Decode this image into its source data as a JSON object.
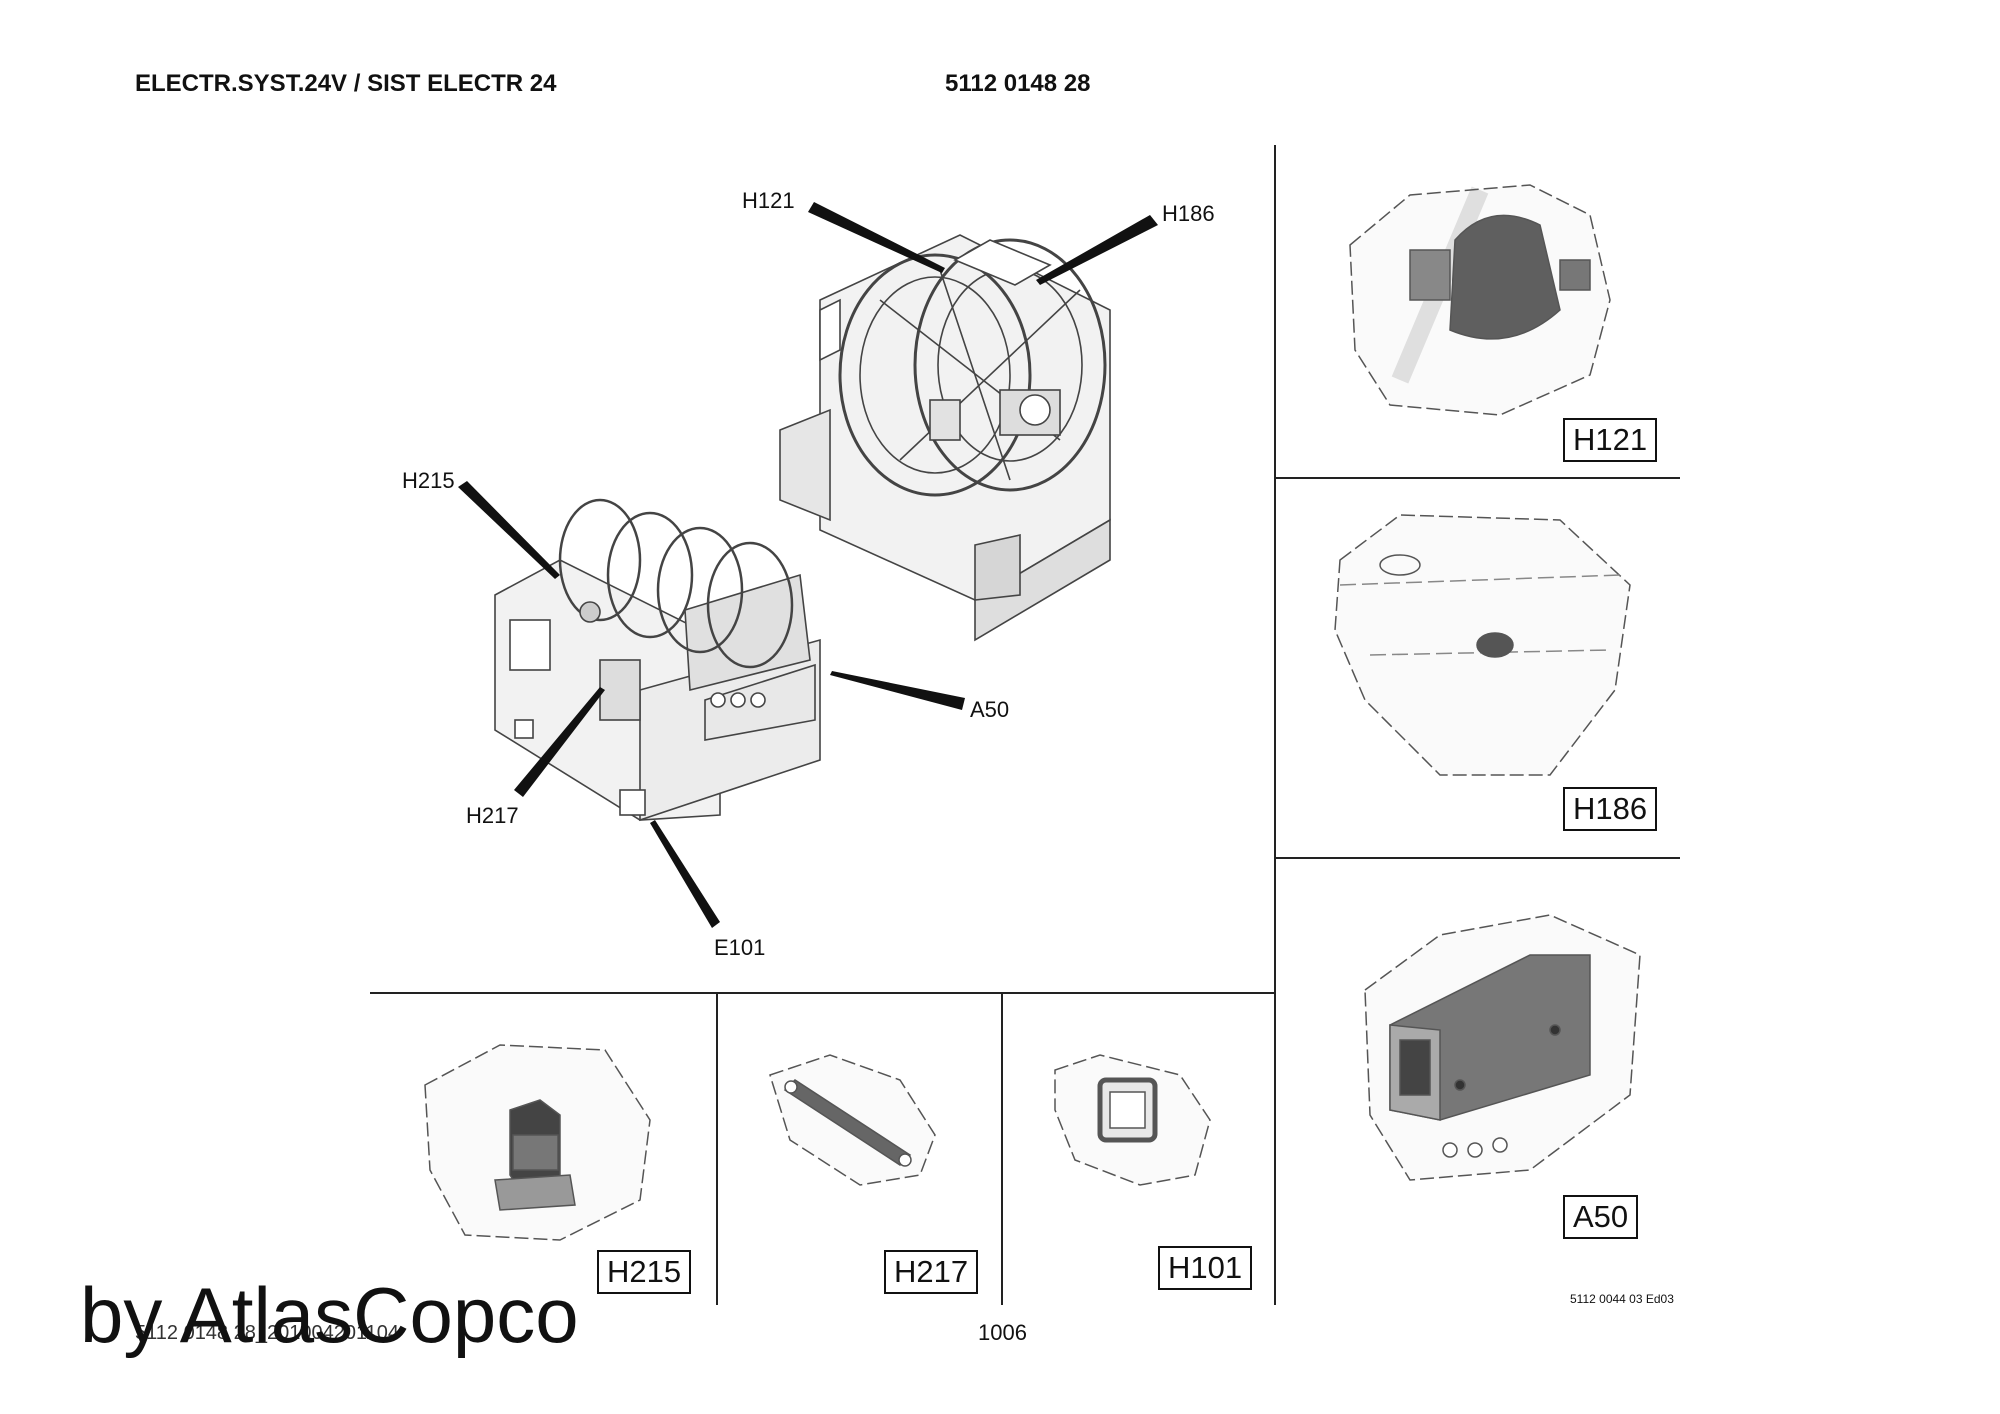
{
  "header": {
    "title": "ELECTR.SYST.24V / SIST ELECTR 24",
    "part_number": "5112 0148 28"
  },
  "callouts": {
    "h121": "H121",
    "h186": "H186",
    "h215": "H215",
    "a50": "A50",
    "h217": "H217",
    "e101": "E101"
  },
  "detail_panels": {
    "h121": "H121",
    "h186": "H186",
    "a50": "A50",
    "h215": "H215",
    "h217": "H217",
    "h101": "H101"
  },
  "footer": {
    "watermark": "by AtlasCopco",
    "file_code": "5112 0148 28_201004201104",
    "page_number": "1006",
    "doc_ref": "5112 0044 03 Ed03"
  }
}
